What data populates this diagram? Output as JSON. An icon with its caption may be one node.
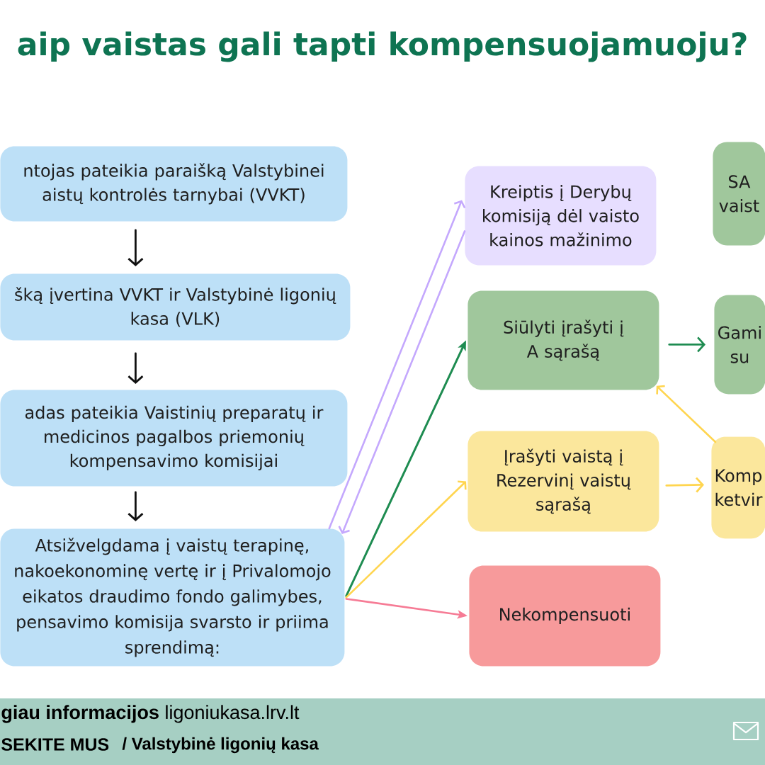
{
  "diagram": {
    "title": "aip vaistas gali tapti kompensuojamuoju?",
    "nodes": [
      {
        "text": [
          "ntojas pateikia paraišką Valstybinei aistų kontrolės tarnybai (VVKT)"
        ]
      },
      {
        "text": [
          "šką įvertina VVKT ir Valstybinė ligonių kasa (VLK)"
        ]
      },
      {
        "text": [
          "adas pateikia Vaistinių preparatų ir medicinos pagalbos priemonių kompensavimo komisijai"
        ]
      },
      {
        "text": [
          "Atsižvelgdama į vaistų terapinę, nakoekonominę vertę ir į Privalomojo eikatos draudimo fondo galimybes, pensavimo komisija svarsto ir priima sprendimą:"
        ]
      },
      {
        "text": [
          "Kreiptis į Derybų komisiją dėl vaisto kainos mažinimo"
        ]
      },
      {
        "text": [
          "SA vaist"
        ]
      },
      {
        "text": [
          "Siūlyti įrašyti į A sąrašą"
        ]
      },
      {
        "text": [
          "Gami su"
        ]
      },
      {
        "text": [
          "Įrašyti vaistą į Rezervinį vaistų sąrašą"
        ]
      },
      {
        "text": [
          "Komp ketvir"
        ]
      },
      {
        "text": [
          "Nekompensuoti"
        ]
      }
    ],
    "edges": [
      {
        "from": 0,
        "to": 1,
        "arrow": "to"
      },
      {
        "from": 1,
        "to": 2,
        "arrow": "to"
      },
      {
        "from": 2,
        "to": 3,
        "arrow": "to"
      },
      {
        "from": 3,
        "to": 4,
        "arrow": "to",
        "color": "#c4a8fd"
      },
      {
        "from": 4,
        "to": 3,
        "arrow": "to",
        "color": "#c4a8fd"
      },
      {
        "from": 3,
        "to": 6,
        "arrow": "to",
        "color": "#1e8c51"
      },
      {
        "from": 3,
        "to": 8,
        "arrow": "to",
        "color": "#ffd54f"
      },
      {
        "from": 3,
        "to": 10,
        "arrow": "to",
        "color": "#f67b95"
      },
      {
        "from": 6,
        "to": 7,
        "arrow": "to",
        "color": "#1e8c51"
      },
      {
        "from": 8,
        "to": 9,
        "arrow": "to",
        "color": "#ffd54f"
      },
      {
        "from": 9,
        "to": 6,
        "arrow": "to",
        "color": "#ffd54f"
      }
    ],
    "labels": [
      "**giau informacijos** ligoniukasa.lrv.lt",
      "SEKITE MUS",
      "/ Valstybinė ligonių kasa"
    ]
  }
}
